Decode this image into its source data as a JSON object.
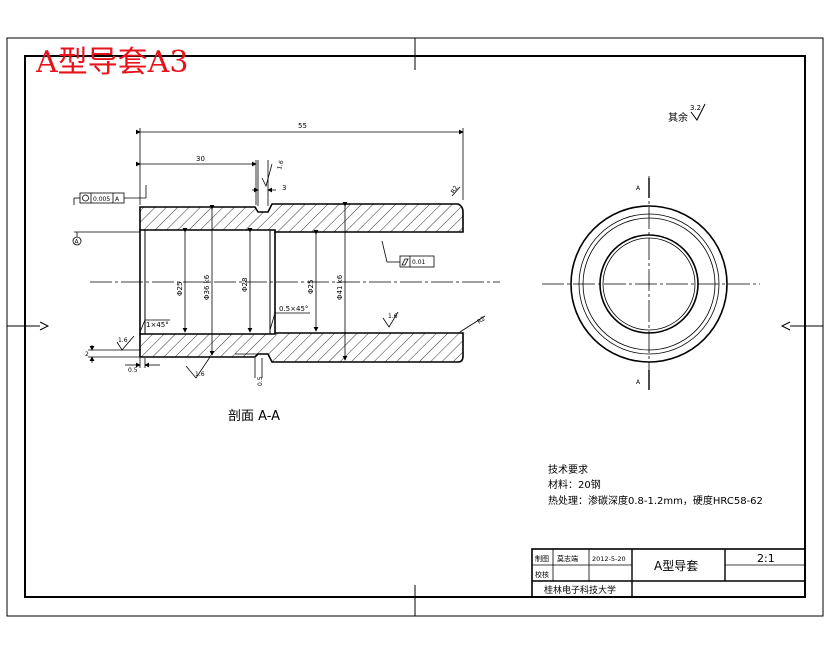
{
  "overlay_title": "A型导套A3",
  "finish_note": {
    "label": "其余",
    "value": "3.2"
  },
  "section_caption": "剖面 A-A",
  "datum_letter": "A",
  "tech_requirements": {
    "heading": "技术要求",
    "material": "材料：20钢",
    "heat_treatment": "热处理：渗碳深度0.8-1.2mm，硬度HRC58-62"
  },
  "dimensions": {
    "overall_length": "55",
    "shoulder_length": "30",
    "groove_width": "3",
    "chamfer_left": "1×45°",
    "chamfer_inner": "0.5×45°",
    "roughness_top": "1.6",
    "roughness_bottom_left": "1.6",
    "roughness_mid": "1.6",
    "roughness_right": "1.6",
    "runout": "0.005",
    "runout_datum": "A",
    "cylindricity": "0.01",
    "dia_1": "Φ25",
    "dia_2": "Φ36 k6",
    "dia_3": "Φ28",
    "dia_4": "Φ25",
    "dia_5": "Φ41 k6",
    "radius_top": "R2",
    "radius_bottom": "R2",
    "small_1": "2",
    "small_2": "0.5",
    "small_3": "0.5"
  },
  "title_block": {
    "drawn_label": "制图",
    "drawn_by": "莫志端",
    "date": "2012-5-20",
    "checked_label": "校核",
    "part_name": "A型导套",
    "scale": "2:1",
    "school": "桂林电子科技大学"
  }
}
